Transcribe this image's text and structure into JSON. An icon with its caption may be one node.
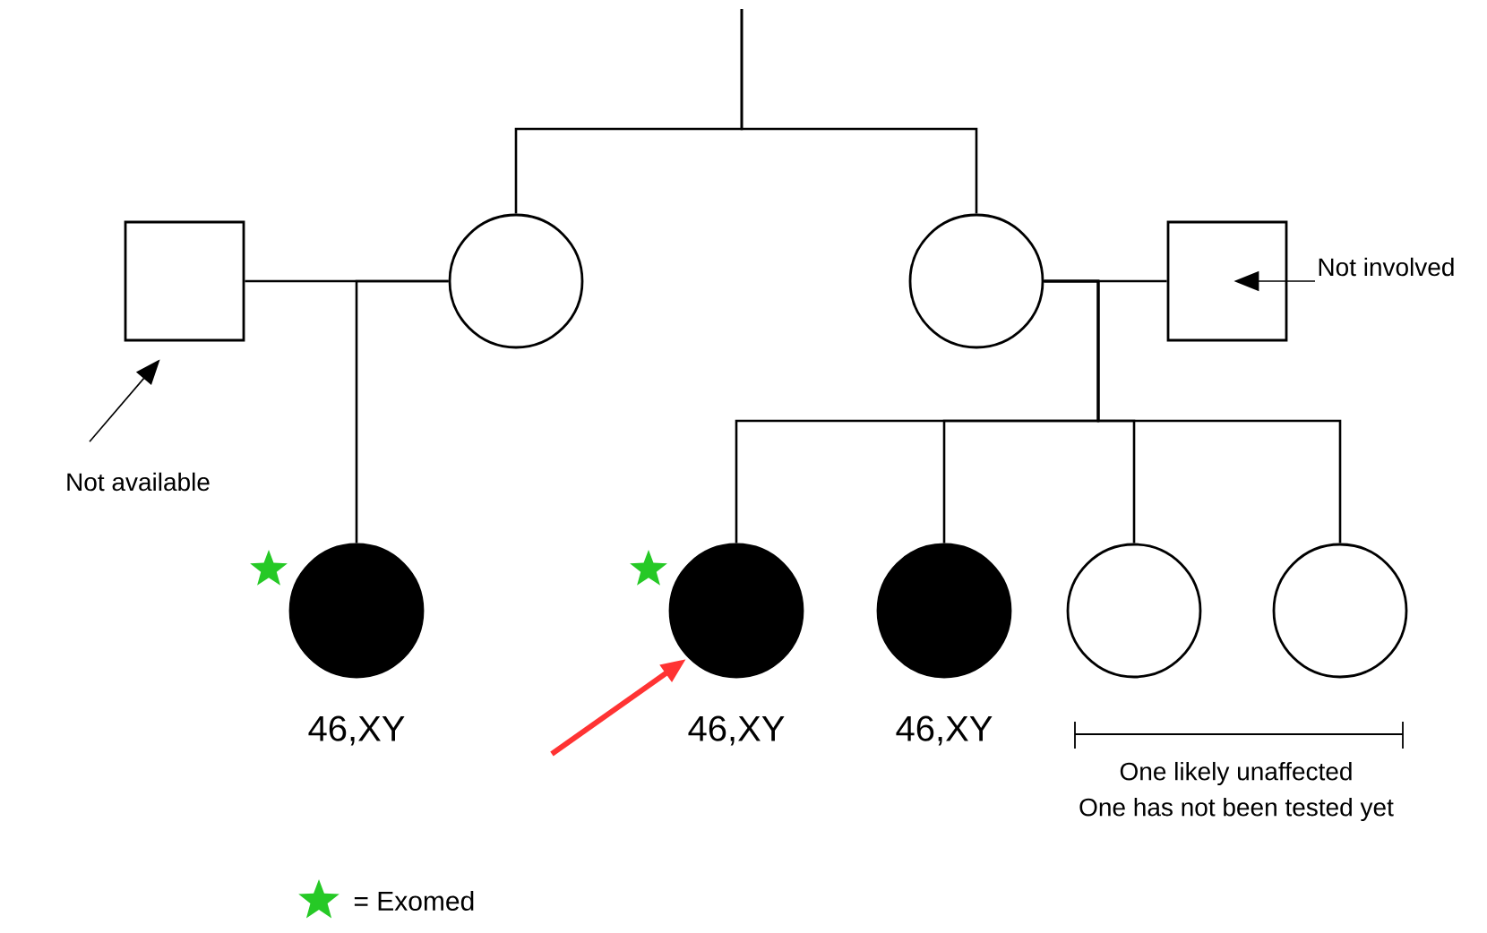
{
  "diagram": {
    "nodes": [
      {
        "text": [],
        "shape": "box"
      },
      {
        "text": [],
        "shape": "circle"
      },
      {
        "text": [],
        "shape": "circle"
      },
      {
        "text": [],
        "shape": "box"
      },
      {
        "text": [],
        "shape": "circle",
        "beside": [
          "46,XY"
        ]
      },
      {
        "text": [],
        "shape": "circle",
        "beside": [
          "46,XY"
        ]
      },
      {
        "text": [],
        "shape": "circle",
        "beside": [
          "46,XY"
        ]
      },
      {
        "text": [],
        "shape": "circle"
      },
      {
        "text": [],
        "shape": "circle"
      },
      {
        "text": [
          "Not available"
        ]
      },
      {
        "text": [
          "Not involved"
        ]
      }
    ],
    "edges": [
      {
        "from": null,
        "to": 1,
        "arrow": "none"
      },
      {
        "from": null,
        "to": 2,
        "arrow": "none"
      },
      {
        "from": 0,
        "to": 1,
        "arrow": "none"
      },
      {
        "from": 2,
        "to": 3,
        "arrow": "none"
      },
      {
        "from": 1,
        "to": 4,
        "arrow": "none"
      },
      {
        "from": 2,
        "to": 5,
        "arrow": "none"
      },
      {
        "from": 2,
        "to": 6,
        "arrow": "none"
      },
      {
        "from": 2,
        "to": 7,
        "arrow": "none"
      },
      {
        "from": 2,
        "to": 8,
        "arrow": "none"
      },
      {
        "from": 9,
        "to": 0,
        "arrow": "to"
      },
      {
        "from": 10,
        "to": 3,
        "arrow": "to"
      },
      {
        "from": null,
        "to": 5,
        "arrow": "to",
        "style": "thick",
        "color": "#ff3333"
      }
    ],
    "labels": [
      "One likely unaffected",
      "One has not been tested yet"
    ],
    "legend": [
      {
        "text": "= Exomed"
      }
    ]
  }
}
